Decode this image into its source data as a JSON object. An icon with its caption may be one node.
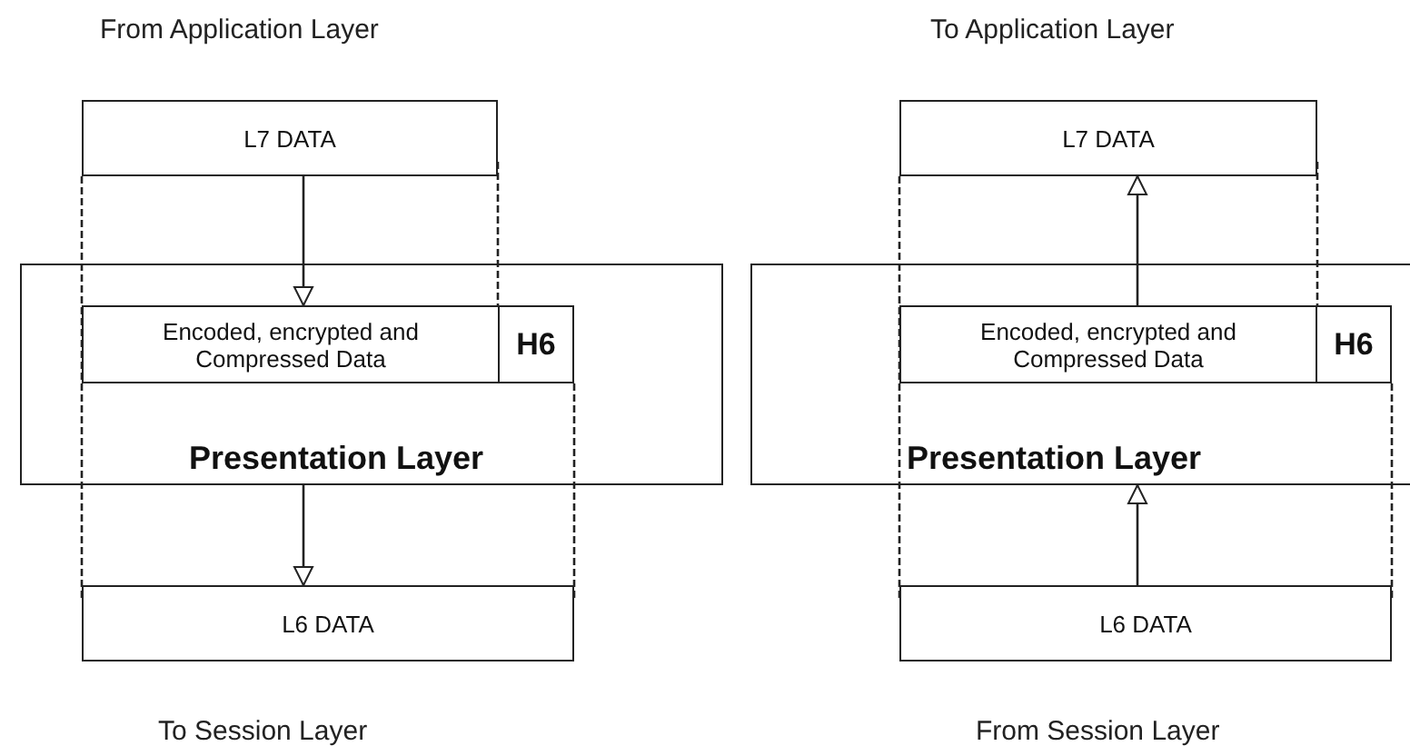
{
  "diagram": {
    "nodes": [
      {
        "text": [
          "L7 DATA"
        ]
      },
      {
        "text": [
          "Presentation Layer"
        ]
      },
      {
        "text": [
          "Encoded, encrypted and Compressed Data"
        ],
        "in": 1
      },
      {
        "text": [
          "H6"
        ],
        "in": 1
      },
      {
        "text": [
          "L6 DATA"
        ]
      },
      {
        "text": [
          "L7 DATA"
        ]
      },
      {
        "text": [
          "Presentation Layer"
        ]
      },
      {
        "text": [
          "Encoded, encrypted and Compressed Data"
        ],
        "in": 6
      },
      {
        "text": [
          "H6"
        ],
        "in": 6
      },
      {
        "text": [
          "L6 DATA"
        ]
      }
    ],
    "edges": [
      {
        "from": 0,
        "to": 2,
        "arrow": "to"
      },
      {
        "from": 1,
        "to": 4,
        "arrow": "to"
      },
      {
        "from": 9,
        "to": 6,
        "arrow": "to"
      },
      {
        "from": 7,
        "to": 5,
        "arrow": "to"
      }
    ],
    "labels": [
      "From Application Layer",
      "To Application Layer",
      "To Session Layer",
      "From Session Layer"
    ]
  }
}
